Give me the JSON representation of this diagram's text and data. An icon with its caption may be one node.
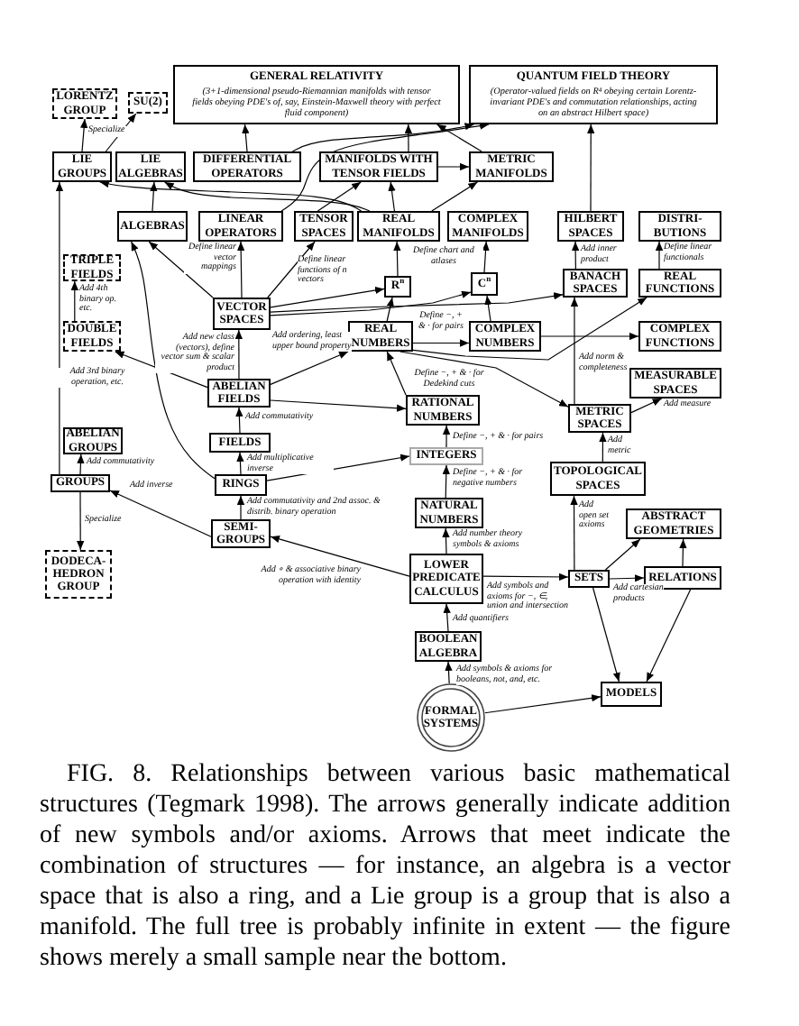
{
  "diagram": {
    "caption": "FIG. 8. Relationships between various basic mathematical structures (Tegmark 1998). The arrows generally indicate addition of new symbols and/or axioms. Arrows that meet indicate the combination of structures — for instance, an algebra is a vector space that is also a ring, and a Lie group is a group that is also a manifold. The full tree is probably infinite in extent — the figure shows merely a small sample near the bottom.",
    "nodes": [
      {
        "text": [
          "GENERAL RELATIVITY",
          "(3+1-dimensional pseudo-Riemannian manifolds with tensor fields obeying PDE's of, say, Einstein-Maxwell theory with perfect fluid component)"
        ]
      },
      {
        "text": [
          "QUANTUM FIELD THEORY",
          "(Operator-valued fields on R$^{4}$ obeying certain Lorentz-invariant PDE's and commutation relationships, acting on an abstract Hilbert space)"
        ]
      },
      {
        "text": [
          "LORENTZ GROUP"
        ]
      },
      {
        "text": [
          "SU(2)"
        ]
      },
      {
        "text": [
          "LIE GROUPS"
        ]
      },
      {
        "text": [
          "LIE ALGEBRAS"
        ]
      },
      {
        "text": [
          "DIFFERENTIAL OPERATORS"
        ]
      },
      {
        "text": [
          "MANIFOLDS WITH TENSOR FIELDS"
        ]
      },
      {
        "text": [
          "METRIC MANIFOLDS"
        ]
      },
      {
        "text": [
          "ALGEBRAS"
        ]
      },
      {
        "text": [
          "LINEAR OPERATORS"
        ]
      },
      {
        "text": [
          "TENSOR SPACES"
        ]
      },
      {
        "text": [
          "REAL MANIFOLDS"
        ]
      },
      {
        "text": [
          "COMPLEX MANIFOLDS"
        ]
      },
      {
        "text": [
          "HILBERT SPACES"
        ]
      },
      {
        "text": [
          "DISTRI-BUTIONS"
        ]
      },
      {
        "text": [
          "TRIPLE FIELDS"
        ]
      },
      {
        "text": [
          "R$^{n}$"
        ]
      },
      {
        "text": [
          "C$^{n}$"
        ]
      },
      {
        "text": [
          "BANACH SPACES"
        ]
      },
      {
        "text": [
          "REAL FUNCTIONS"
        ]
      },
      {
        "text": [
          "DOUBLE FIELDS"
        ]
      },
      {
        "text": [
          "VECTOR SPACES"
        ]
      },
      {
        "text": [
          "REAL NUMBERS"
        ]
      },
      {
        "text": [
          "COMPLEX NUMBERS"
        ]
      },
      {
        "text": [
          "COMPLEX FUNCTIONS"
        ]
      },
      {
        "text": [
          "ABELIAN FIELDS"
        ]
      },
      {
        "text": [
          "RATIONAL NUMBERS"
        ]
      },
      {
        "text": [
          "METRIC SPACES"
        ]
      },
      {
        "text": [
          "MEASURABLE SPACES"
        ]
      },
      {
        "text": [
          "ABELIAN GROUPS"
        ]
      },
      {
        "text": [
          "FIELDS"
        ]
      },
      {
        "text": [
          "INTEGERS"
        ]
      },
      {
        "text": [
          "GROUPS"
        ]
      },
      {
        "text": [
          "RINGS"
        ]
      },
      {
        "text": [
          "NATURAL NUMBERS"
        ]
      },
      {
        "text": [
          "TOPOLOGICAL SPACES"
        ]
      },
      {
        "text": [
          "ABSTRACT GEOMETRIES"
        ]
      },
      {
        "text": [
          "SEMI-GROUPS"
        ]
      },
      {
        "text": [
          "DODECA-HEDRON GROUP"
        ]
      },
      {
        "text": [
          "LOWER PREDICATE CALCULUS"
        ]
      },
      {
        "text": [
          "SETS"
        ]
      },
      {
        "text": [
          "RELATIONS"
        ]
      },
      {
        "text": [
          "BOOLEAN ALGEBRA"
        ]
      },
      {
        "text": [
          "MODELS"
        ]
      },
      {
        "text": [
          "FORMAL SYSTEMS"
        ]
      }
    ],
    "edges": [
      {
        "from": 4,
        "to": 2,
        "arrow": "to",
        "label": "Specialize"
      },
      {
        "from": 4,
        "to": 3,
        "arrow": "to"
      },
      {
        "from": 6,
        "to": 0,
        "arrow": "to"
      },
      {
        "from": 7,
        "to": 0,
        "arrow": "to"
      },
      {
        "from": 8,
        "to": 0,
        "arrow": "to"
      },
      {
        "from": 6,
        "to": 1,
        "arrow": "to"
      },
      {
        "from": 10,
        "to": 1,
        "arrow": "to"
      },
      {
        "from": 7,
        "to": 8,
        "arrow": "to"
      },
      {
        "from": 9,
        "to": 5,
        "arrow": "to"
      },
      {
        "from": 12,
        "to": 4,
        "arrow": "to"
      },
      {
        "from": 12,
        "to": 5,
        "arrow": "to"
      },
      {
        "from": 11,
        "to": 7,
        "arrow": "to"
      },
      {
        "from": 12,
        "to": 7,
        "arrow": "to"
      },
      {
        "from": 12,
        "to": 8,
        "arrow": "to"
      },
      {
        "from": 14,
        "to": 1,
        "arrow": "to"
      },
      {
        "from": 22,
        "to": 10,
        "arrow": "to",
        "label": "Define linear vector mappings"
      },
      {
        "from": 22,
        "to": 11,
        "arrow": "to",
        "label": "Define linear functions of n vectors"
      },
      {
        "from": 22,
        "to": 9,
        "arrow": "to"
      },
      {
        "from": 17,
        "to": 12,
        "arrow": "to",
        "label": "Define chart and atlases"
      },
      {
        "from": 18,
        "to": 13,
        "arrow": "to"
      },
      {
        "from": 19,
        "to": 14,
        "arrow": "to",
        "label": "Add inner product"
      },
      {
        "from": 20,
        "to": 15,
        "arrow": "to",
        "label": "Define linear functionals"
      },
      {
        "from": 21,
        "to": 16,
        "arrow": "to",
        "label": "Add 4th binary op. etc."
      },
      {
        "from": 22,
        "to": 17,
        "arrow": "to"
      },
      {
        "from": 23,
        "to": 17,
        "arrow": "to"
      },
      {
        "from": 22,
        "to": 18,
        "arrow": "to"
      },
      {
        "from": 24,
        "to": 18,
        "arrow": "to"
      },
      {
        "from": 22,
        "to": 19,
        "arrow": "to"
      },
      {
        "from": 28,
        "to": 19,
        "arrow": "to",
        "label": "Add norm & completeness"
      },
      {
        "from": 23,
        "to": 20,
        "arrow": "to"
      },
      {
        "from": 26,
        "to": 22,
        "arrow": "to",
        "label": "Add new class (vectors), define vector sum & scalar product"
      },
      {
        "from": 26,
        "to": 21,
        "arrow": "to",
        "label": "Add 3rd binary operation, etc."
      },
      {
        "from": 26,
        "to": 23,
        "arrow": "to",
        "label": "Add ordering, least upper bound property"
      },
      {
        "from": 23,
        "to": 24,
        "arrow": "to",
        "label": "Define −, + & · for pairs"
      },
      {
        "from": 24,
        "to": 25,
        "arrow": "to"
      },
      {
        "from": 27,
        "to": 23,
        "arrow": "to",
        "label": "Define −, + & · for Dedekind cuts"
      },
      {
        "from": 23,
        "to": 28,
        "arrow": "to"
      },
      {
        "from": 28,
        "to": 29,
        "arrow": "to",
        "label": "Add measure"
      },
      {
        "from": 26,
        "to": 27,
        "arrow": "to"
      },
      {
        "from": 31,
        "to": 26,
        "arrow": "to",
        "label": "Add commutativity"
      },
      {
        "from": 33,
        "to": 30,
        "arrow": "to",
        "label": "Add commutativity"
      },
      {
        "from": 33,
        "to": 4,
        "arrow": "to"
      },
      {
        "from": 34,
        "to": 31,
        "arrow": "to",
        "label": "Add multiplicative inverse"
      },
      {
        "from": 34,
        "to": 9,
        "arrow": "to"
      },
      {
        "from": 34,
        "to": 32,
        "arrow": "to"
      },
      {
        "from": 32,
        "to": 27,
        "arrow": "to",
        "label": "Define −, + & · for pairs"
      },
      {
        "from": 35,
        "to": 32,
        "arrow": "to",
        "label": "Define −, + & · for negative numbers"
      },
      {
        "from": 36,
        "to": 28,
        "arrow": "to",
        "label": "Add metric"
      },
      {
        "from": 38,
        "to": 34,
        "arrow": "to",
        "label": "Add commutativity and 2nd assoc. & distrib. binary operation"
      },
      {
        "from": 38,
        "to": 33,
        "arrow": "to",
        "label": "Add inverse"
      },
      {
        "from": 33,
        "to": 39,
        "arrow": "to",
        "label": "Specialize"
      },
      {
        "from": 40,
        "to": 38,
        "arrow": "to",
        "label": "Add ∘ & associative binary operation with identity"
      },
      {
        "from": 40,
        "to": 35,
        "arrow": "to",
        "label": "Add number theory symbols & axioms"
      },
      {
        "from": 40,
        "to": 41,
        "arrow": "to",
        "label": "Add symbols and axioms for −, ∈, union and intersection"
      },
      {
        "from": 41,
        "to": 36,
        "arrow": "to",
        "label": "Add open set axioms"
      },
      {
        "from": 41,
        "to": 42,
        "arrow": "to",
        "label": "Add cartesian products"
      },
      {
        "from": 41,
        "to": 37,
        "arrow": "to"
      },
      {
        "from": 42,
        "to": 37,
        "arrow": "to"
      },
      {
        "from": 41,
        "to": 44,
        "arrow": "to"
      },
      {
        "from": 42,
        "to": 44,
        "arrow": "to"
      },
      {
        "from": 43,
        "to": 40,
        "arrow": "to",
        "label": "Add quantifiers"
      },
      {
        "from": 45,
        "to": 43,
        "arrow": "to",
        "label": "Add symbols & axioms for booleans, not, and, etc."
      },
      {
        "from": 45,
        "to": 44,
        "arrow": "to"
      }
    ]
  }
}
